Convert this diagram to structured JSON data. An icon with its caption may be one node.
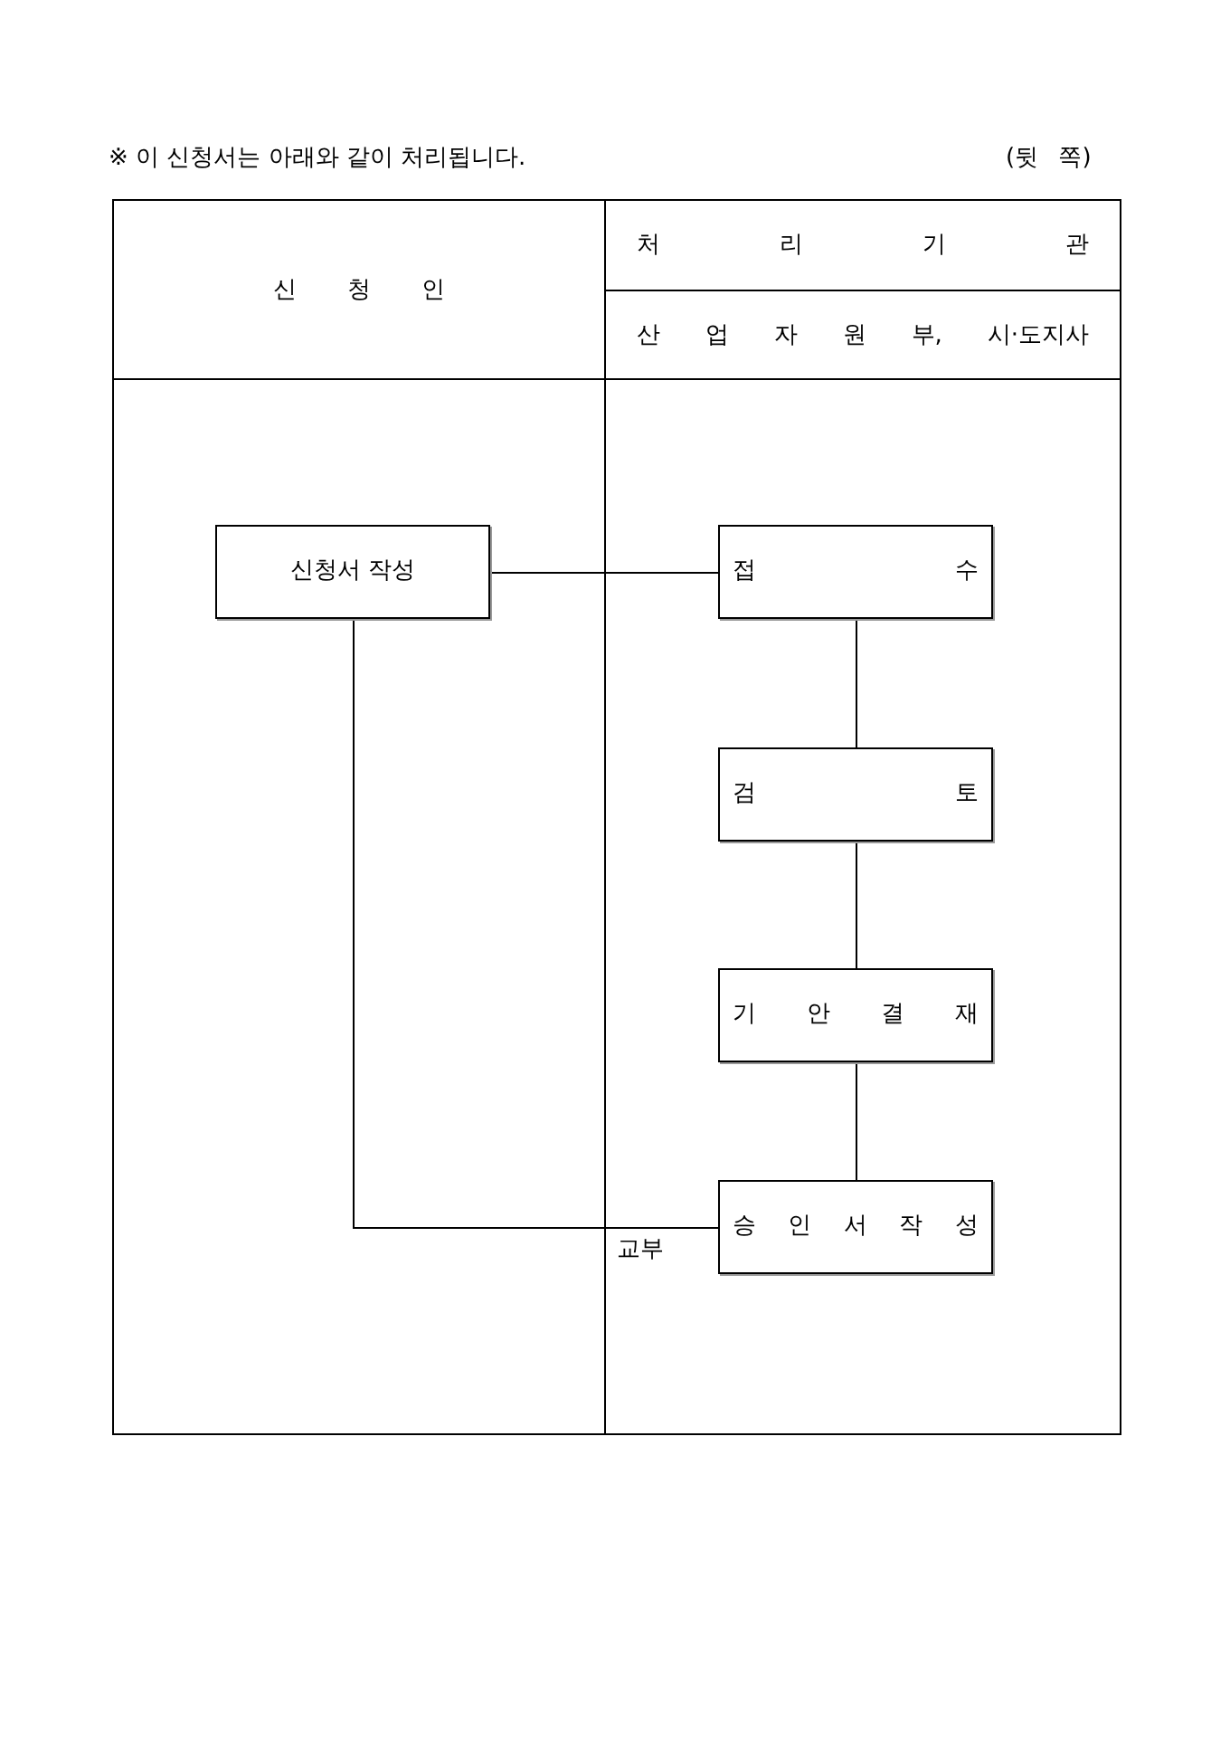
{
  "diagram": {
    "nodes": [
      {
        "text": [
          "신 청 인"
        ]
      },
      {
        "text": [
          "신청서 작성"
        ],
        "in": 0
      },
      {
        "text": [
          "처 리 기 관",
          "산 업 자 원 부, 시·도지사"
        ]
      },
      {
        "text": [
          "접 수"
        ],
        "in": 2
      },
      {
        "text": [
          "검 토"
        ],
        "in": 2
      },
      {
        "text": [
          "기 안 결 재"
        ],
        "in": 2
      },
      {
        "text": [
          "승 인 서 작 성"
        ],
        "in": 2
      }
    ],
    "edges": [
      {
        "from": 1,
        "to": 3,
        "arrow": "none"
      },
      {
        "from": 3,
        "to": 4,
        "arrow": "none"
      },
      {
        "from": 4,
        "to": 5,
        "arrow": "none"
      },
      {
        "from": 5,
        "to": 6,
        "arrow": "none"
      },
      {
        "from": 6,
        "to": 1,
        "arrow": "none",
        "label": "교부"
      }
    ],
    "labels": [
      "※ 이 신청서는 아래와 같이 처리됩니다.",
      "(뒷 쪽)"
    ]
  }
}
